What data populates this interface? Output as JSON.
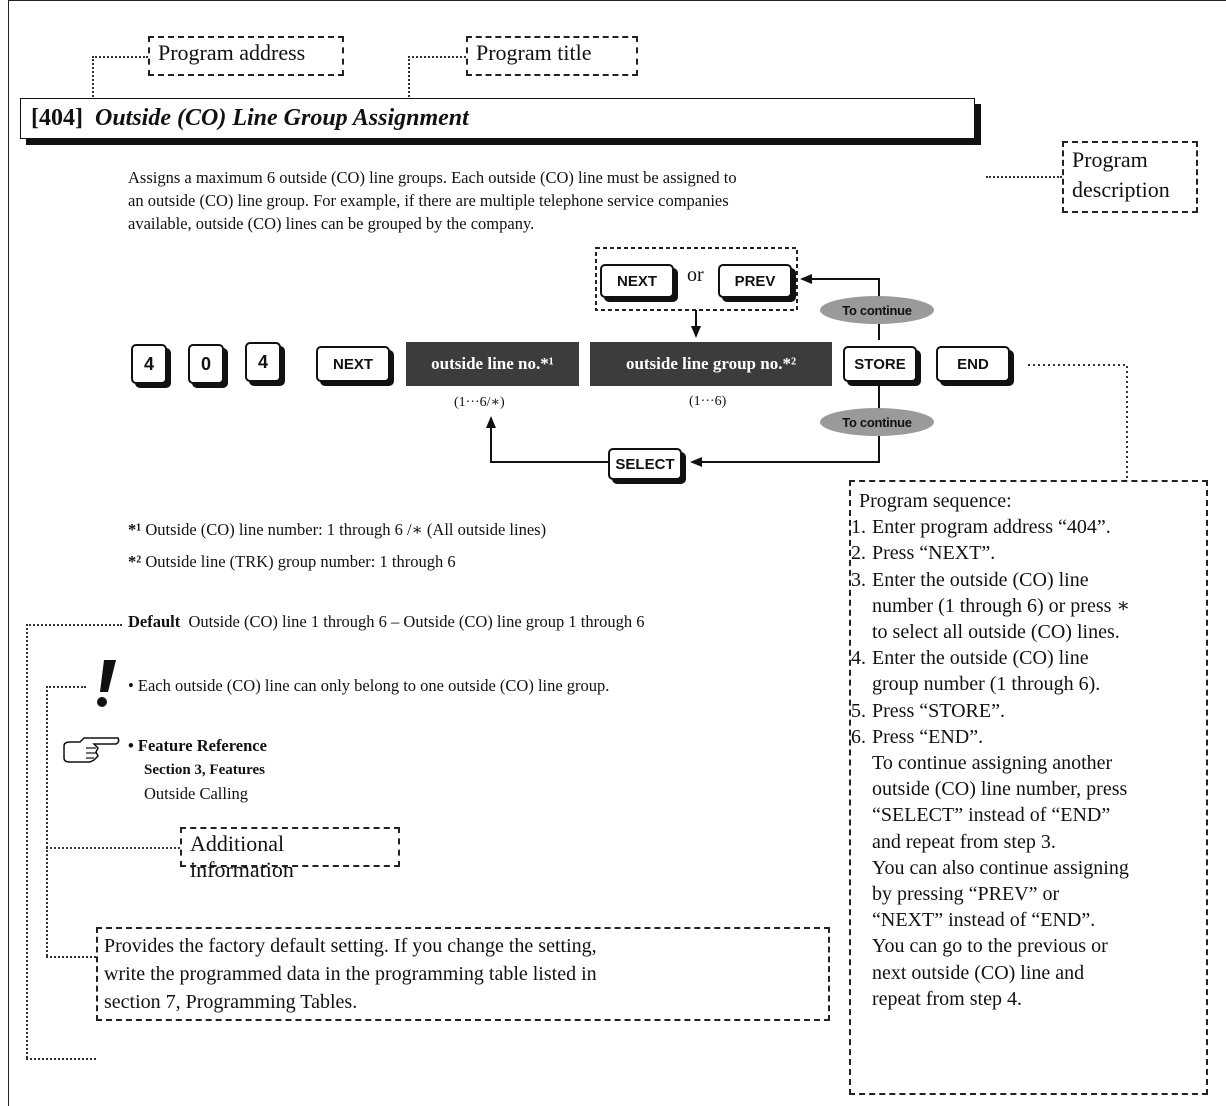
{
  "callouts": {
    "program_address": "Program address",
    "program_title": "Program title",
    "program_description": [
      "Program",
      "description"
    ],
    "additional_information": "Additional information",
    "default_note": [
      "Provides the factory default setting.  If you change the setting,",
      "write the programmed data in the programming table listed in",
      "section 7, Programming Tables."
    ]
  },
  "header": {
    "address": "[404]",
    "title": "Outside (CO) Line Group Assignment"
  },
  "description": [
    "Assigns a maximum 6 outside (CO) line groups.  Each outside (CO) line must be assigned to",
    "an outside (CO) line group.  For example, if there are multiple telephone service companies",
    "available, outside (CO) lines can be grouped by the company."
  ],
  "diagram": {
    "keys": {
      "digit_1": "4",
      "digit_2": "0",
      "digit_3": "4",
      "next": "NEXT",
      "next_top": "NEXT",
      "or": "or",
      "prev": "PREV",
      "store": "STORE",
      "end": "END",
      "select": "SELECT"
    },
    "inputs": {
      "line_no": "outside line no.*¹",
      "line_range": "(1···6/∗)",
      "group_no": "outside line group no.*²",
      "group_range": "(1···6)"
    },
    "to_continue_top": "To continue",
    "to_continue_bottom": "To continue"
  },
  "footnotes": {
    "fn1_mark": "*¹",
    "fn1": " Outside (CO) line number: 1 through 6 /∗ (All outside lines)",
    "fn2_mark": "*²",
    "fn2": " Outside line (TRK) group number: 1 through 6"
  },
  "default": {
    "label": "Default",
    "text": "Outside (CO) line 1 through 6 – Outside (CO) line group 1 through 6"
  },
  "condition": {
    "icon": "exclamation-icon",
    "text": "• Each outside (CO) line can only belong to one outside (CO) line group."
  },
  "feature_reference": {
    "icon": "pointing-hand-icon",
    "heading": "• Feature Reference",
    "section": "Section 3, Features",
    "item": "Outside Calling"
  },
  "sequence": {
    "heading": "Program sequence:",
    "steps": [
      {
        "num": "1.",
        "lines": [
          "Enter program address “404”."
        ]
      },
      {
        "num": "2.",
        "lines": [
          "Press “NEXT”."
        ]
      },
      {
        "num": "3.",
        "lines": [
          "Enter the outside (CO) line",
          "number (1 through 6) or press ∗",
          "to select all outside (CO) lines."
        ]
      },
      {
        "num": "4.",
        "lines": [
          "Enter the outside (CO) line",
          "group number (1 through 6)."
        ]
      },
      {
        "num": "5.",
        "lines": [
          "Press “STORE”."
        ]
      },
      {
        "num": "6.",
        "lines": [
          "Press “END”."
        ]
      }
    ],
    "continuation": [
      "To continue assigning another",
      "outside (CO) line number, press",
      "“SELECT” instead of “END”",
      "and repeat from step 3.",
      "You can also continue assigning",
      "by pressing “PREV” or",
      "“NEXT” instead of “END”.",
      "You can go to the previous or",
      "next outside (CO) line and",
      "repeat from step 4."
    ]
  }
}
